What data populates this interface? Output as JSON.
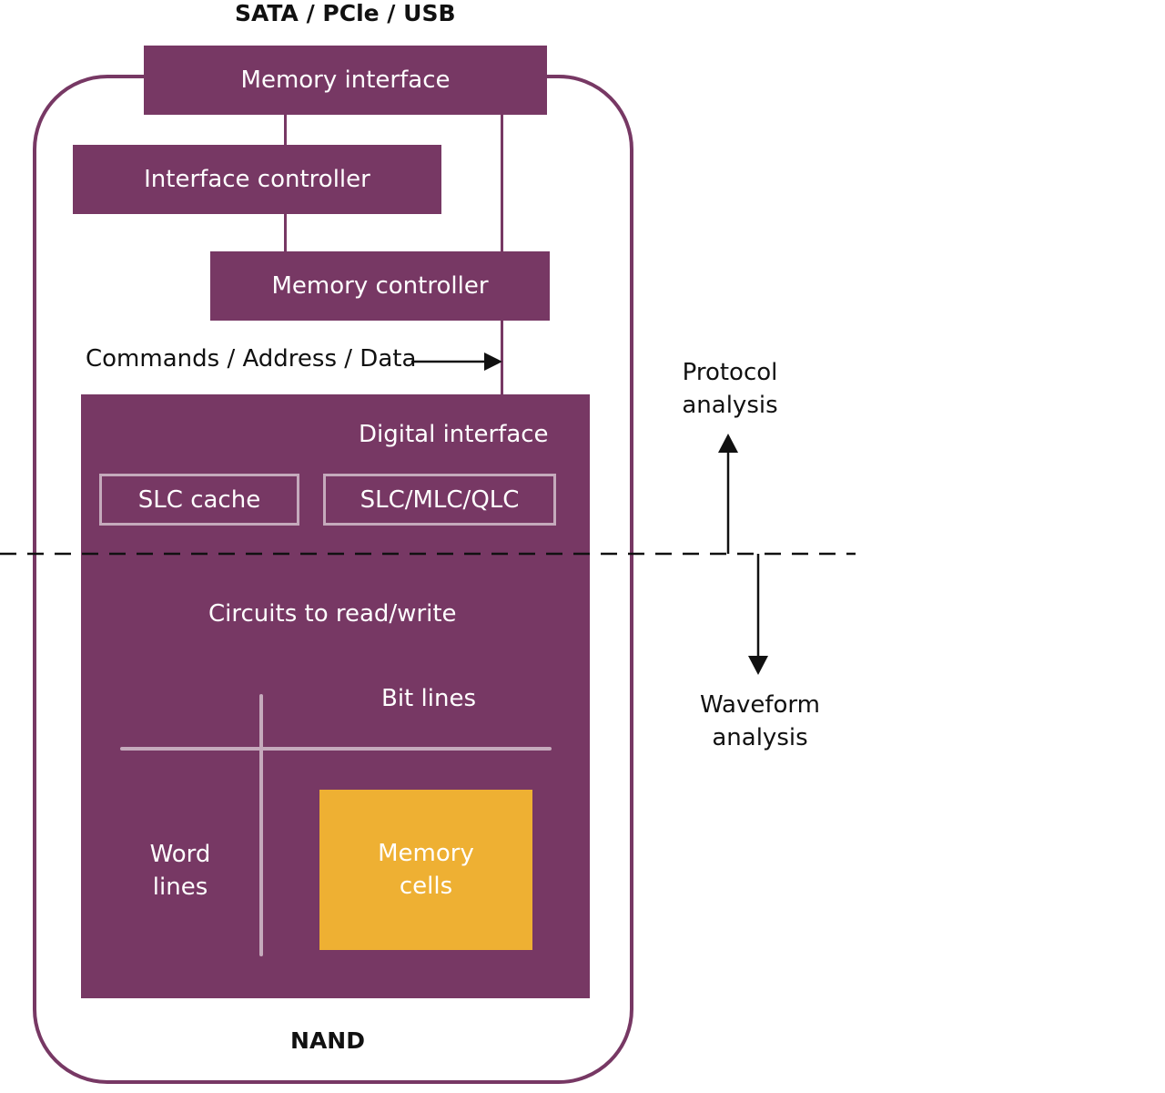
{
  "top_label": "SATA / PCle / USB",
  "memory_interface": "Memory interface",
  "interface_controller": "Interface controller",
  "memory_controller": "Memory controller",
  "commands_label": "Commands / Address / Data",
  "digital_interface": "Digital interface",
  "slc_cache": "SLC cache",
  "slc_mlc_qlc": "SLC/MLC/QLC",
  "circuits": "Circuits to read/write",
  "bit_lines": "Bit lines",
  "word_lines": {
    "line1": "Word",
    "line2": "lines"
  },
  "memory_cells": {
    "line1": "Memory",
    "line2": "cells"
  },
  "nand": "NAND",
  "protocol": {
    "line1": "Protocol",
    "line2": "analysis"
  },
  "waveform": {
    "line1": "Waveform",
    "line2": "analysis"
  },
  "colors": {
    "purple": "#773864",
    "yellow": "#EEB033",
    "light_line": "#c5aabc",
    "text": "#111111"
  }
}
